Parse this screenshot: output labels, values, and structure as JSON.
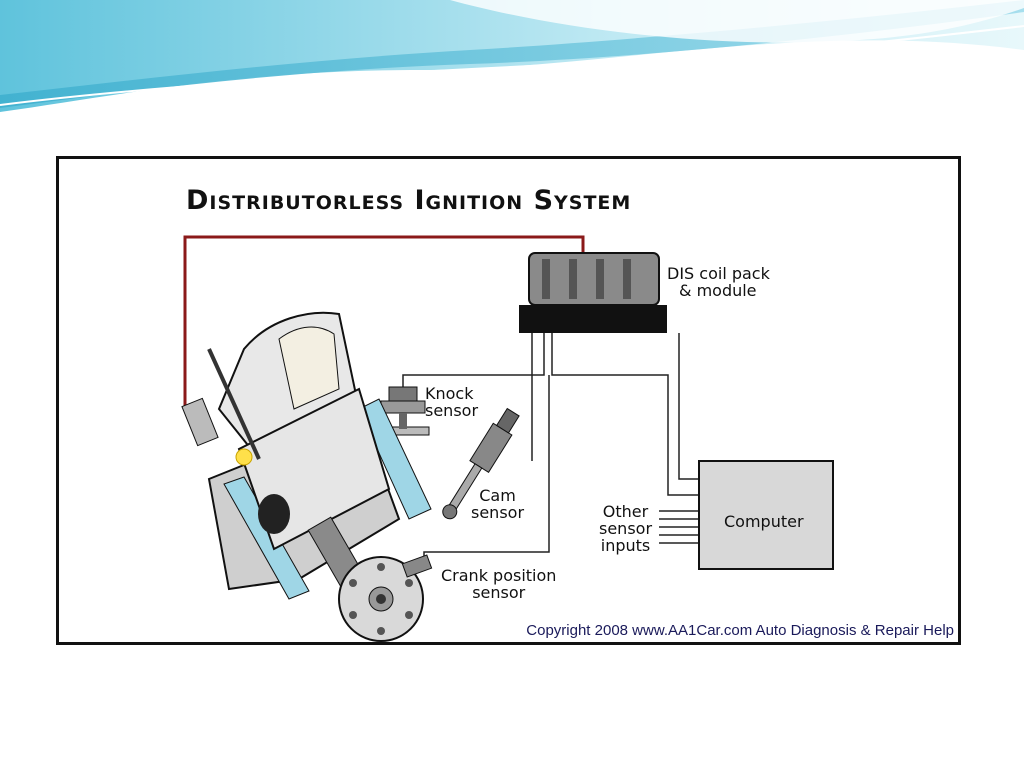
{
  "diagram": {
    "title": "Distributorless Ignition System",
    "labels": {
      "coil_pack": [
        "DIS coil pack",
        "& module"
      ],
      "knock_sensor": [
        "Knock",
        "sensor"
      ],
      "cam_sensor": [
        "Cam",
        "sensor"
      ],
      "other_inputs": [
        "Other",
        "sensor",
        "inputs"
      ],
      "computer": "Computer",
      "crank_sensor": [
        "Crank position",
        "sensor"
      ]
    },
    "copyright": "Copyright 2008 www.AA1Car.com Auto Diagnosis & Repair Help"
  },
  "colors": {
    "spark_wire": "#8b1a1a",
    "wave_light": "#bfe9f3",
    "wave_dark": "#5fc3dc",
    "cylinder_blue": "#9fd6e6"
  }
}
